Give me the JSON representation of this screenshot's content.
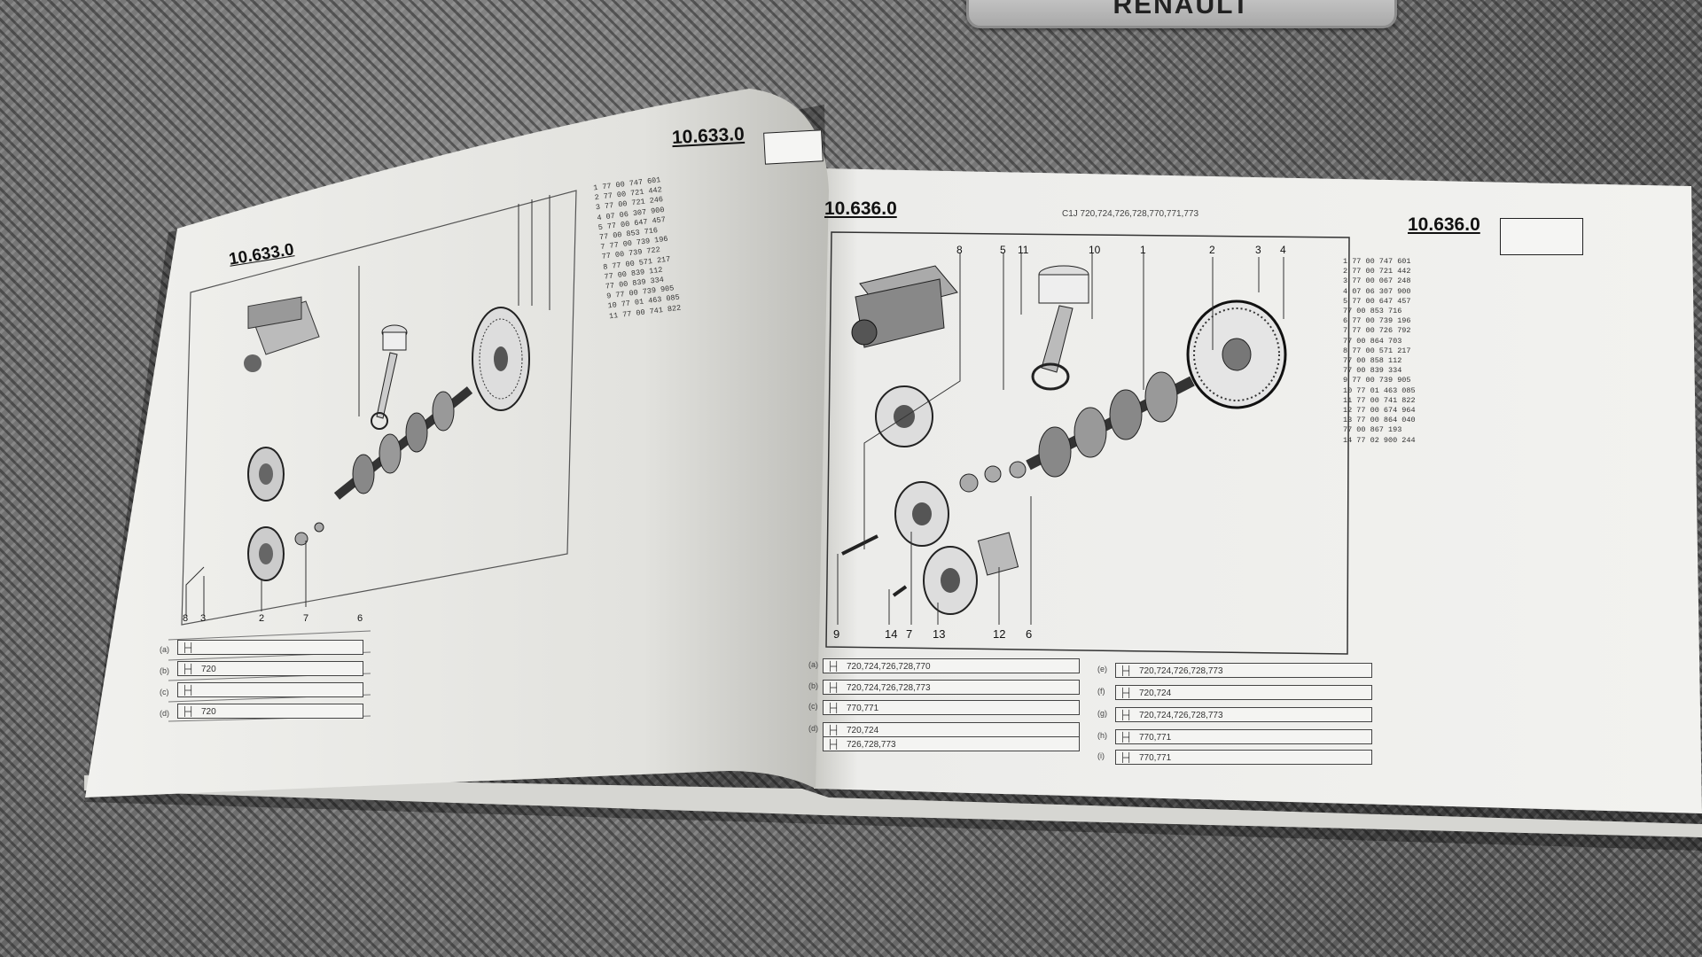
{
  "background": {
    "surface": "dark grey woven carbon-fiber pattern",
    "accent": "#6e6e6e"
  },
  "plate": {
    "text": "RENAULT"
  },
  "left_page": {
    "header_number": "10.633.0",
    "parts_list": [
      "1 77 00 747 601",
      "2 77 00 721 442",
      "3 77 00 721 246",
      "4 07 06 307 900",
      "5 77 00 647 457",
      "77 00 853 716",
      "7 77 00 739 196",
      "77 00 739 722",
      "8 77 00 571 217",
      "77 00 839 112",
      "77 00 839 334",
      "9 77 00 739 905",
      "10 77 01 463 085",
      "11 77 00 741 822"
    ],
    "legend": [
      {
        "tag": "(a)",
        "text": ""
      },
      {
        "tag": "(b)",
        "text": "720"
      },
      {
        "tag": "(c)",
        "text": ""
      },
      {
        "tag": "(d)",
        "text": "720"
      }
    ],
    "callouts": [
      "8",
      "3",
      "2",
      "7",
      "6"
    ]
  },
  "right_page": {
    "header_number": "10.636.0",
    "header_number_right": "10.636.0",
    "engine_line": "C1J 720,724,726,728,770,771,773",
    "parts_list": [
      "1 77 00 747 601",
      "2 77 00 721 442",
      "3 77 00 067 248",
      "4 07 06 307 900",
      "5 77 00 647 457",
      "77 00 853 716",
      "6 77 00 739 196",
      "7 77 00 726 792",
      "77 00 864 703",
      "8 77 00 571 217",
      "77 00 858 112",
      "77 00 839 334",
      "9 77 00 739 905",
      "10 77 01 463 085",
      "11 77 00 741 822",
      "12 77 00 674 964",
      "13 77 00 864 040",
      "77 00 867 193",
      "14 77 02 900 244"
    ],
    "callouts_top": [
      "8",
      "5",
      "11",
      "10",
      "1",
      "2",
      "3",
      "4"
    ],
    "callouts_bottom": [
      "9",
      "14",
      "7",
      "13",
      "12",
      "6"
    ],
    "legend_left": [
      {
        "tag": "(a)",
        "text": "720,724,726,728,770"
      },
      {
        "tag": "(b)",
        "text": "720,724,726,728,773"
      },
      {
        "tag": "(c)",
        "text": "770,771"
      },
      {
        "tag": "(d)",
        "text": "720,724"
      },
      {
        "tag": "",
        "text": "726,728,773"
      }
    ],
    "legend_right": [
      {
        "tag": "(e)",
        "text": "720,724,726,728,773"
      },
      {
        "tag": "(f)",
        "text": "720,724"
      },
      {
        "tag": "(g)",
        "text": "720,724,726,728,773"
      },
      {
        "tag": "(h)",
        "text": "770,771"
      },
      {
        "tag": "(i)",
        "text": "770,771"
      }
    ]
  }
}
